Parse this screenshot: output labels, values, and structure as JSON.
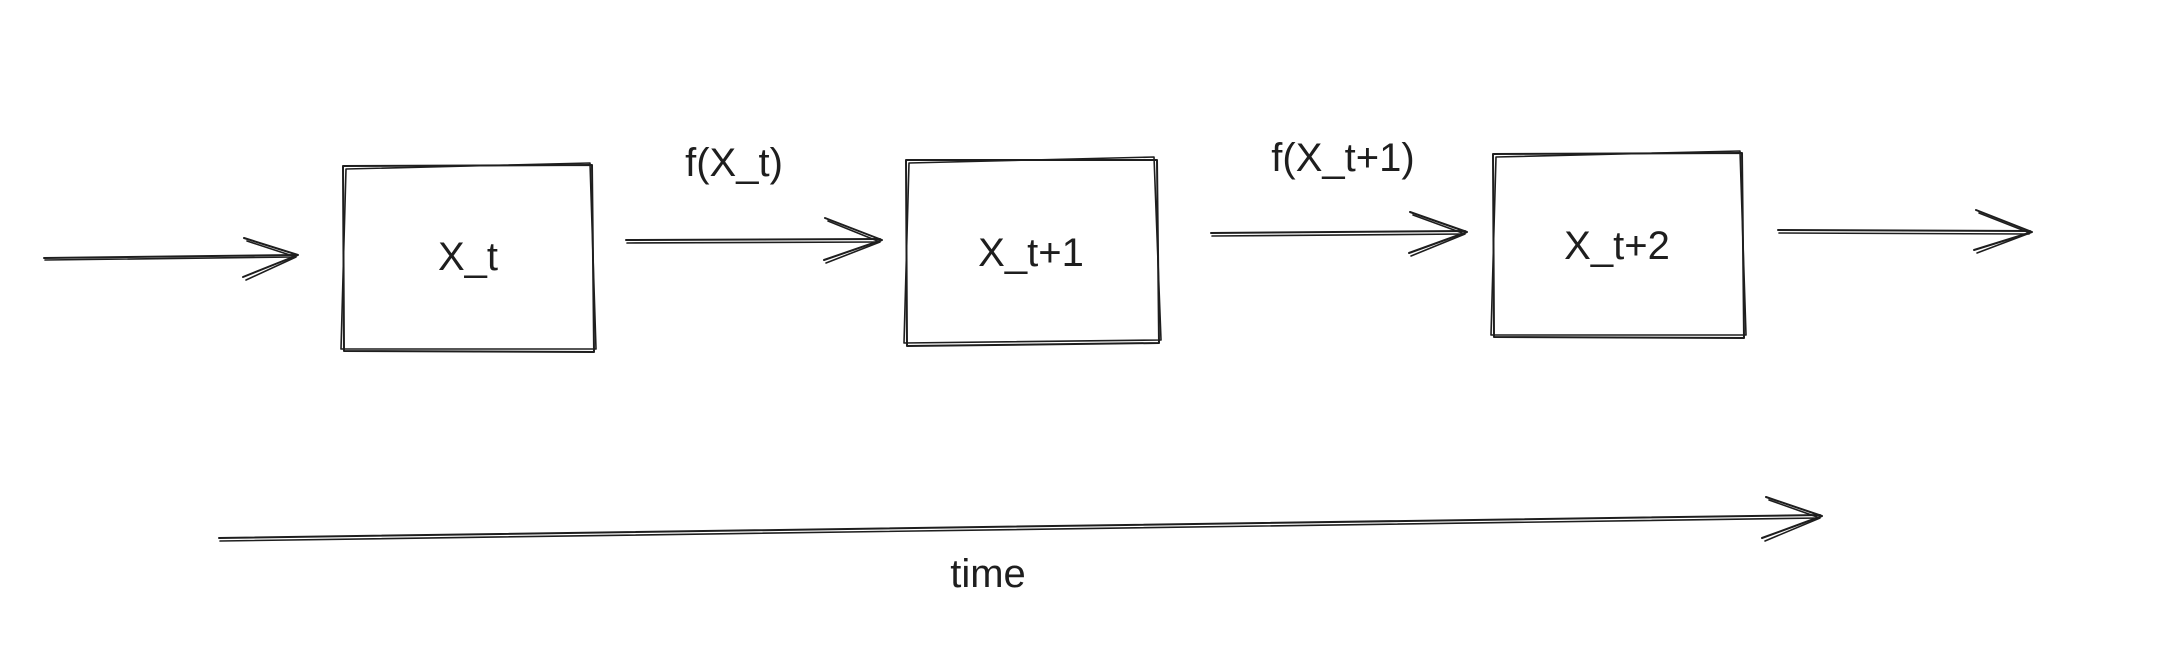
{
  "diagram": {
    "nodes": [
      {
        "id": "xt",
        "label": "X_t"
      },
      {
        "id": "xt1",
        "label": "X_t+1"
      },
      {
        "id": "xt2",
        "label": "X_t+2"
      }
    ],
    "edge_labels": {
      "f_xt": "f(X_t)",
      "f_xt1": "f(X_t+1)"
    },
    "time_label": "time",
    "stroke_color": "#1e1e1e",
    "background_color": "#ffffff"
  }
}
